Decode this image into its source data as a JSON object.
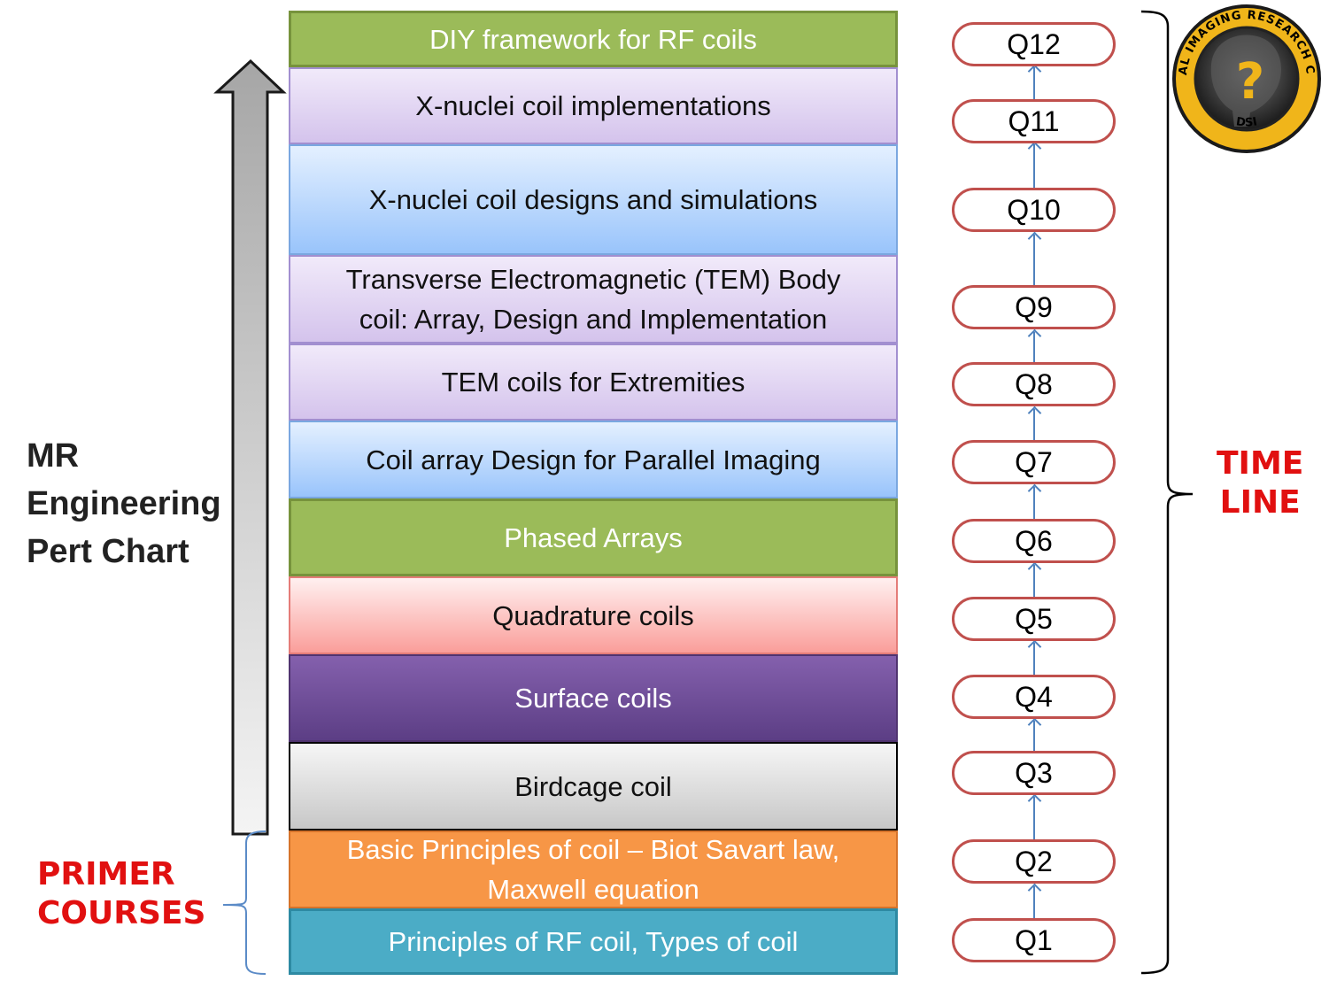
{
  "side_title": [
    "MR",
    "Engineering",
    "Pert Chart"
  ],
  "primer_label": [
    "PRIMER",
    "COURSES"
  ],
  "timeline_label": [
    "TIME",
    "LINE"
  ],
  "blocks": [
    {
      "lines": [
        "DIY framework for RF coils"
      ]
    },
    {
      "lines": [
        "X-nuclei coil implementations"
      ]
    },
    {
      "lines": [
        "X-nuclei coil designs and simulations"
      ]
    },
    {
      "lines": [
        "Transverse Electromagnetic (TEM) Body",
        "coil: Array, Design and Implementation"
      ]
    },
    {
      "lines": [
        "TEM coils for Extremities"
      ]
    },
    {
      "lines": [
        "Coil array Design for Parallel Imaging"
      ]
    },
    {
      "lines": [
        "Phased Arrays"
      ]
    },
    {
      "lines": [
        "Quadrature coils"
      ]
    },
    {
      "lines": [
        "Surface coils"
      ]
    },
    {
      "lines": [
        "Birdcage coil"
      ]
    },
    {
      "lines": [
        "Basic Principles of coil – Biot Savart law,",
        "Maxwell equation"
      ]
    },
    {
      "lines": [
        "Principles of RF coil, Types of coil"
      ]
    }
  ],
  "quarters": [
    "Q12",
    "Q11",
    "Q10",
    "Q9",
    "Q8",
    "Q7",
    "Q6",
    "Q5",
    "Q4",
    "Q3",
    "Q2",
    "Q1"
  ],
  "logo": {
    "ring_text": "MEDICAL IMAGING RESEARCH CENTER",
    "bottom_text": "DSI",
    "symbol": "?"
  }
}
